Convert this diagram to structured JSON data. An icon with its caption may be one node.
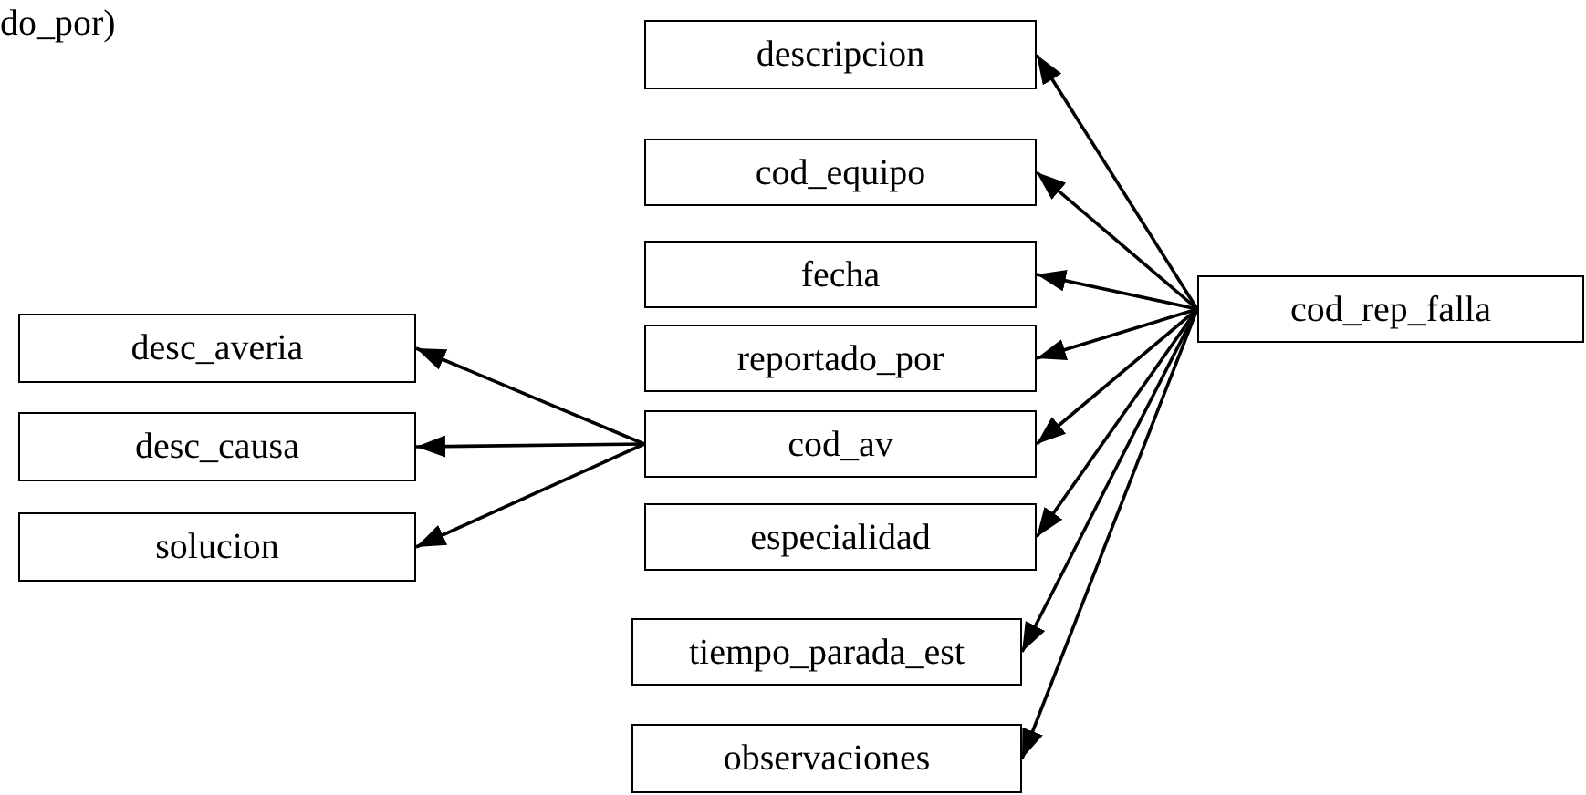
{
  "diagram": {
    "nodes": [
      {
        "text": [
          "descripcion"
        ]
      },
      {
        "text": [
          "cod_equipo"
        ]
      },
      {
        "text": [
          "fecha"
        ]
      },
      {
        "text": [
          "reportado_por"
        ]
      },
      {
        "text": [
          "cod_av"
        ]
      },
      {
        "text": [
          "especialidad"
        ]
      },
      {
        "text": [
          "tiempo_parada_est"
        ]
      },
      {
        "text": [
          "observaciones"
        ]
      },
      {
        "text": [
          "cod_rep_falla"
        ]
      },
      {
        "text": [
          "desc_averia"
        ]
      },
      {
        "text": [
          "desc_causa"
        ]
      },
      {
        "text": [
          "solucion"
        ]
      }
    ],
    "edges": [
      {
        "from": 8,
        "to": 0,
        "arrow": "to"
      },
      {
        "from": 8,
        "to": 1,
        "arrow": "to"
      },
      {
        "from": 8,
        "to": 2,
        "arrow": "to"
      },
      {
        "from": 8,
        "to": 3,
        "arrow": "to"
      },
      {
        "from": 8,
        "to": 4,
        "arrow": "to"
      },
      {
        "from": 8,
        "to": 5,
        "arrow": "to"
      },
      {
        "from": 8,
        "to": 6,
        "arrow": "to"
      },
      {
        "from": 8,
        "to": 7,
        "arrow": "to"
      },
      {
        "from": 4,
        "to": 9,
        "arrow": "to"
      },
      {
        "from": 4,
        "to": 10,
        "arrow": "to"
      },
      {
        "from": 4,
        "to": 11,
        "arrow": "to"
      }
    ],
    "labels": [
      "do_por)"
    ]
  }
}
